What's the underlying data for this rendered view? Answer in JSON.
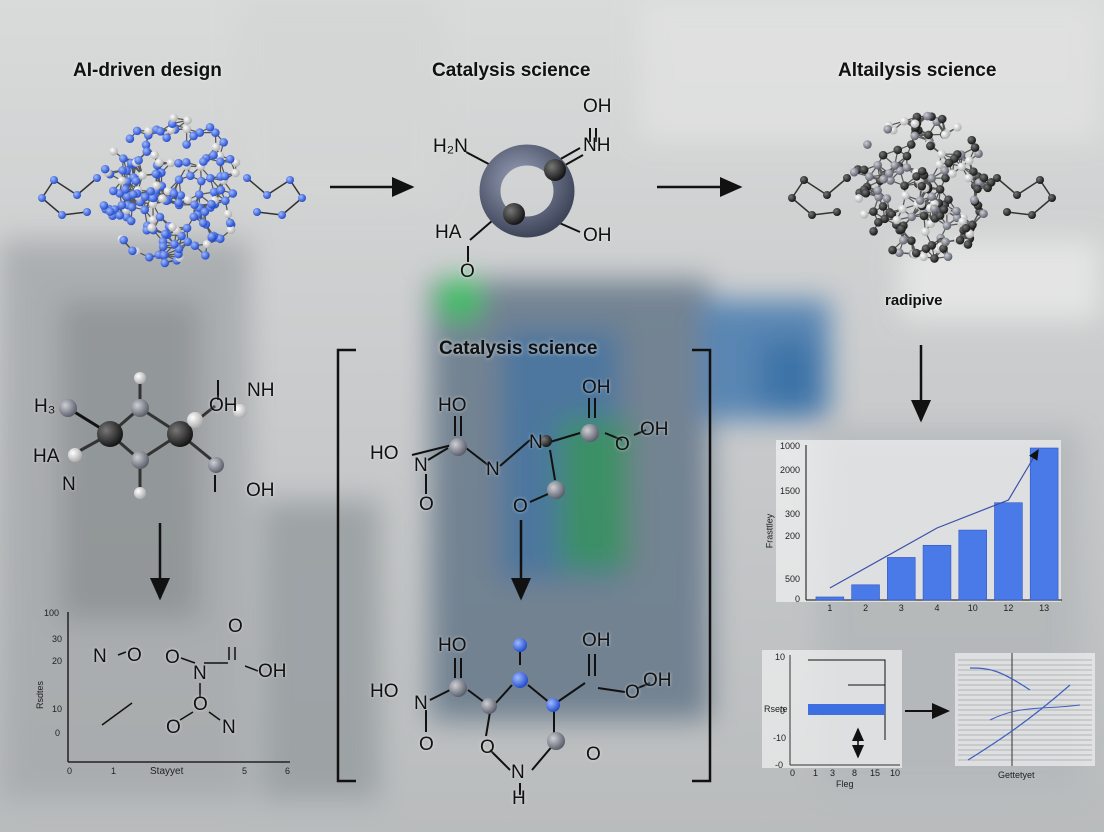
{
  "titles": {
    "left": "AI-driven design",
    "center": "Catalysis science",
    "right": "Altailysis science",
    "bracket": "Catalysis science",
    "right_sub": "radipive"
  },
  "top_molecule": {
    "h2n": "H₂N",
    "nh": "NH",
    "oh_top": "OH",
    "oh_bottom": "OH",
    "ha": "HA",
    "o": "O"
  },
  "left_molecule": {
    "h3": "H₃",
    "nh": "NH",
    "oh": "OH",
    "ha": "HA",
    "n": "N",
    "ni_oh": "OH"
  },
  "left_graph": {
    "y_ticks": [
      "100",
      "30",
      "20",
      "10",
      "0"
    ],
    "x_ticks": [
      "1",
      "5",
      "6"
    ],
    "x_origin": "0",
    "ylabel": "Rsdtes",
    "xlabel": "Stayyet",
    "labels": {
      "no": "N",
      "o_after_n": "O",
      "o1": "O",
      "n1": "N",
      "o2": "O",
      "oh": "OH",
      "o3": "O",
      "o4": "O",
      "n2": "N"
    }
  },
  "bracket_molecule_a": {
    "ho_top": "HO",
    "ho_left": "HO",
    "o_left": "O",
    "n_left": "N",
    "n_mid": "N",
    "n_mid2": "N",
    "oh_top": "OH",
    "o_right": "O",
    "oh_right": "OH",
    "o_bottom": "O"
  },
  "bracket_molecule_b": {
    "ho_top": "HO",
    "ho_left": "HO",
    "n_left": "N",
    "o_left": "O",
    "oh_top": "OH",
    "o_r": "O",
    "oh_r": "OH",
    "o_r2": "O",
    "o_b": "O",
    "n_b": "N",
    "h_b": "H"
  },
  "bar_chart": {
    "ylabel": "Frasttley",
    "y_ticks": [
      "1000",
      "2000",
      "1500",
      "300",
      "200",
      "500",
      "0"
    ],
    "colors": {
      "bar": "#4a79e8",
      "line": "#3c4fa8"
    }
  },
  "small_chart_a": {
    "ylabel": "Rsete",
    "xlabel": "Fleg",
    "y_ticks": [
      "10",
      "0",
      "-10",
      "-0"
    ],
    "x_ticks": [
      "0",
      "1",
      "3",
      "8",
      "15",
      "10"
    ]
  },
  "small_chart_b": {
    "xlabel": "Gettetyet"
  },
  "chart_data": [
    {
      "type": "bar",
      "categories": [
        "1",
        "2",
        "3",
        "4",
        "10",
        "12",
        "13"
      ],
      "values": [
        2,
        10,
        28,
        36,
        46,
        64,
        100
      ],
      "ylabel": "Frasttley",
      "ylim": [
        0,
        100
      ],
      "grid": false,
      "trend_line": true
    }
  ]
}
